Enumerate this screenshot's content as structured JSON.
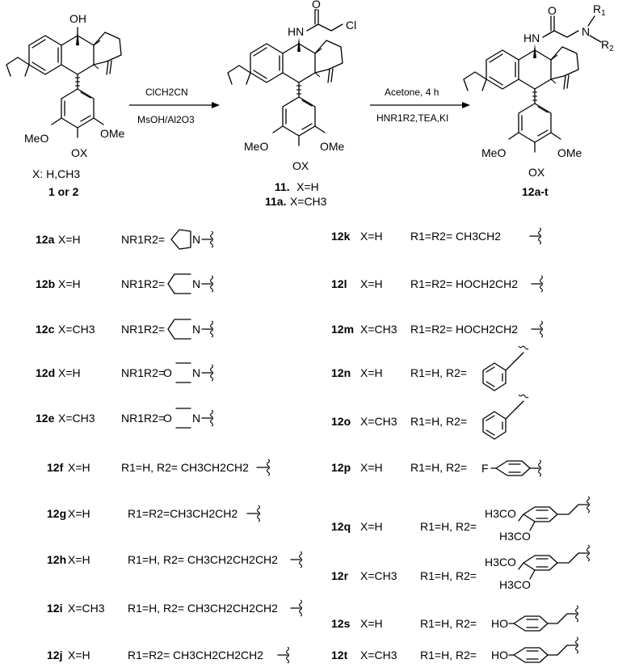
{
  "reaction": {
    "reagent1_top": "ClCH2CN",
    "reagent1_bottom": "MsOH/Al2O3",
    "reagent2_top": "Acetone, 4 h",
    "reagent2_bottom": "HNR1R2,TEA,KI"
  },
  "compounds": {
    "start": {
      "x_label": "X: H,CH3",
      "name": "1 or 2",
      "oh": "OH",
      "meo": "MeO",
      "ome": "OMe",
      "ox": "OX"
    },
    "mid": {
      "name1": "11.",
      "name1_x": "X=H",
      "name2": "11a.",
      "name2_x": "X=CH3",
      "cl": "Cl",
      "meo": "MeO",
      "ome": "OMe",
      "ox": "OX"
    },
    "product": {
      "name": "12a-t",
      "meo": "MeO",
      "ome": "OMe",
      "ox": "OX"
    }
  },
  "left_rows": [
    {
      "label": "12a",
      "x": "X=H",
      "sub": "NR1R2=",
      "sub_icon": "pyrrolidine-ring-icon"
    },
    {
      "label": "12b",
      "x": "X=H",
      "sub": "NR1R2=",
      "sub_icon": "piperidine-ring-icon"
    },
    {
      "label": "12c",
      "x": "X=CH3",
      "sub": "NR1R2=",
      "sub_icon": "piperidine-ring-icon"
    },
    {
      "label": "12d",
      "x": "X=H",
      "sub": "NR1R2=",
      "sub_icon": "morpholine-ring-icon"
    },
    {
      "label": "12e",
      "x": "X=CH3",
      "sub": "NR1R2=",
      "sub_icon": "morpholine-ring-icon"
    },
    {
      "label": "12f",
      "x": "X=H",
      "sub": "R1=H, R2= CH3CH2CH2"
    },
    {
      "label": "12g",
      "x": "X=H",
      "sub": "R1=R2=CH3CH2CH2"
    },
    {
      "label": "12h",
      "x": "X=H",
      "sub": "R1=H, R2= CH3CH2CH2CH2"
    },
    {
      "label": "12i",
      "x": "X=CH3",
      "sub": "R1=H, R2= CH3CH2CH2CH2"
    },
    {
      "label": "12j",
      "x": "X=H",
      "sub": "R1=R2= CH3CH2CH2CH2"
    }
  ],
  "right_rows": [
    {
      "label": "12k",
      "x": "X=H",
      "sub": "R1=R2= CH3CH2"
    },
    {
      "label": "12l",
      "x": "X=H",
      "sub": "R1=R2= HOCH2CH2"
    },
    {
      "label": "12m",
      "x": "X=CH3",
      "sub": "R1=R2= HOCH2CH2"
    },
    {
      "label": "12n",
      "x": "X=H",
      "sub": "R1=H, R2=",
      "sub_icon": "benzyl-icon"
    },
    {
      "label": "12o",
      "x": "X=CH3",
      "sub": "R1=H, R2=",
      "sub_icon": "benzyl-icon"
    },
    {
      "label": "12p",
      "x": "X=H",
      "sub": "R1=H, R2=",
      "sub_icon": "4-fluorophenyl-icon",
      "ring_label": "F"
    },
    {
      "label": "12q",
      "x": "X=H",
      "sub": "R1=H, R2=",
      "sub_icon": "dimethoxyphenethyl-icon",
      "ring_label_top": "H3CO",
      "ring_label_bottom": "H3CO"
    },
    {
      "label": "12r",
      "x": "X=CH3",
      "sub": "R1=H, R2=",
      "sub_icon": "dimethoxyphenethyl-icon",
      "ring_label_top": "H3CO",
      "ring_label_bottom": "H3CO"
    },
    {
      "label": "12s",
      "x": "X=H",
      "sub": "R1=H, R2=",
      "sub_icon": "hydroxyphenethyl-icon",
      "ring_label": "HO"
    },
    {
      "label": "12t",
      "x": "X=CH3",
      "sub": "R1=H, R2=",
      "sub_icon": "hydroxyphenethyl-icon",
      "ring_label": "HO"
    }
  ]
}
